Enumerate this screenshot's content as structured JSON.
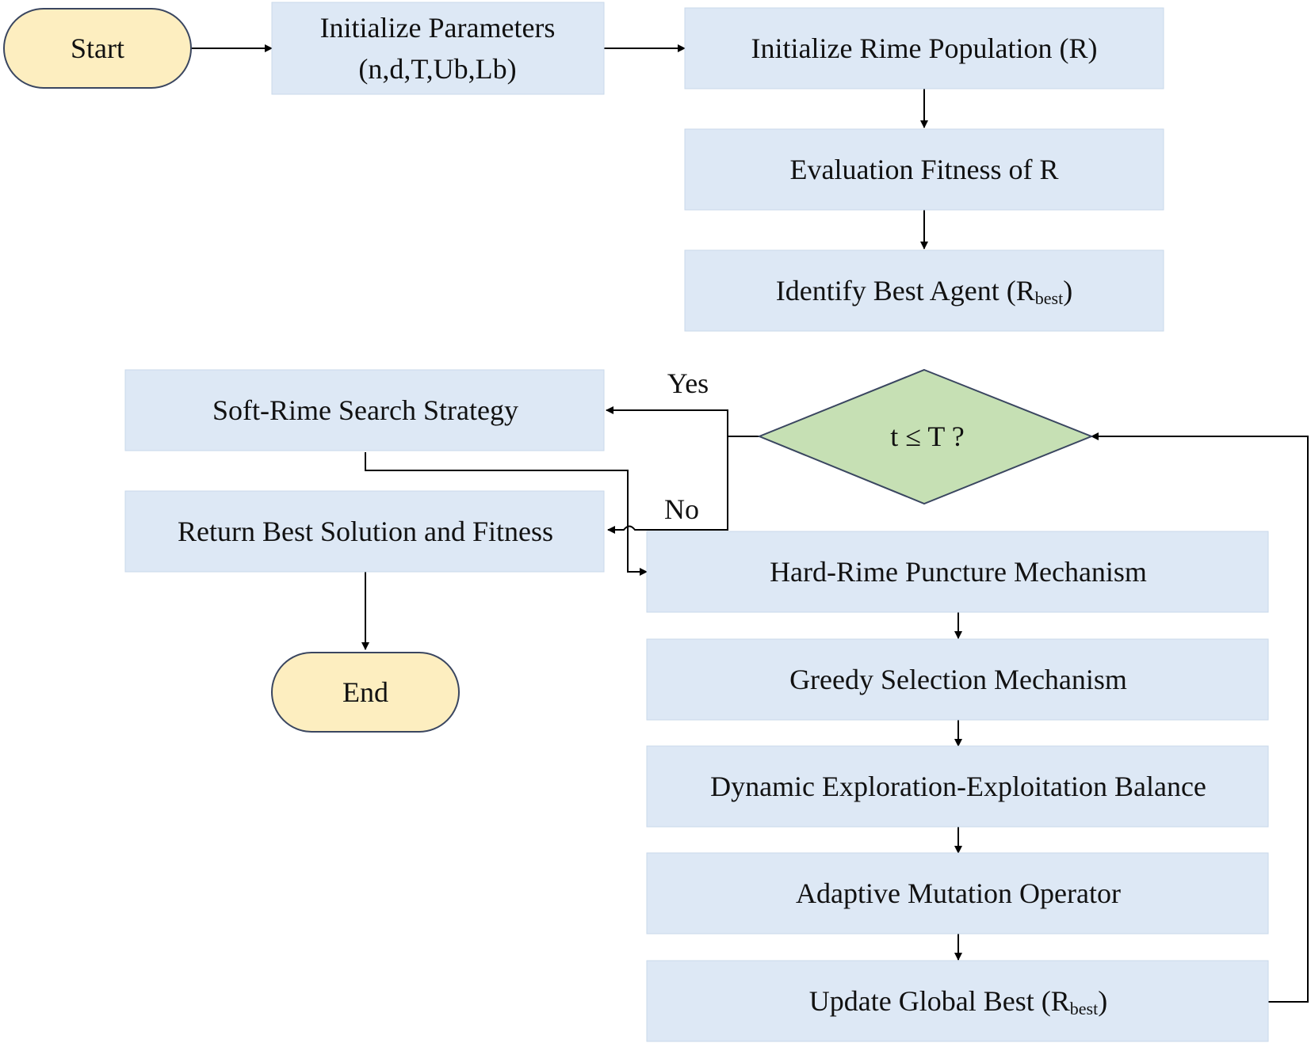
{
  "nodes": {
    "start": "Start",
    "init_params_line1": "Initialize Parameters",
    "init_params_line2": "(n,d,T,Ub,Lb)",
    "init_population": "Initialize Rime Population (R)",
    "evaluate_fitness": "Evaluation Fitness of R",
    "identify_best": {
      "main": "Identify Best Agent (R",
      "sub": "best",
      "close": ")"
    },
    "decision": "t ≤ T ?",
    "soft_rime": "Soft-Rime Search Strategy",
    "return_best": "Return Best Solution and Fitness",
    "end": "End",
    "hard_rime": "Hard-Rime Puncture Mechanism",
    "greedy_selection": "Greedy Selection Mechanism",
    "dynamic_balance": "Dynamic Exploration-Exploitation Balance",
    "adaptive_mutation": "Adaptive Mutation Operator",
    "update_global": {
      "main": "Update Global Best (R",
      "sub": "best",
      "close": ")"
    }
  },
  "edge_labels": {
    "yes": "Yes",
    "no": "No"
  },
  "colors": {
    "process_fill": "#dde8f5",
    "terminal_fill": "#fdeec0",
    "decision_fill": "#c6e0b4",
    "line": "#000000"
  }
}
